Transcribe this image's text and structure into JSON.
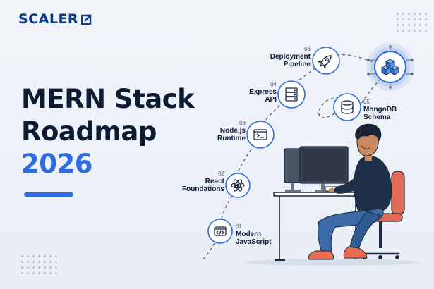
{
  "brand": {
    "name": "SCALER"
  },
  "hero": {
    "line1": "MERN Stack",
    "line2": "Roadmap",
    "year": "2026"
  },
  "steps": [
    {
      "num": "01",
      "title": "Modern JavaScript",
      "icon": "code-window-icon"
    },
    {
      "num": "02",
      "title": "React Foundations",
      "icon": "react-atom-icon"
    },
    {
      "num": "03",
      "title": "Node.js Runtime",
      "icon": "terminal-icon"
    },
    {
      "num": "04",
      "title": "Express API",
      "icon": "server-icon"
    },
    {
      "num": "05",
      "title": "MongoDB Schema",
      "icon": "database-icon"
    },
    {
      "num": "06",
      "title": "Deployment Pipeline",
      "icon": "rocket-icon"
    }
  ],
  "goal": {
    "icon": "cubes-icon"
  },
  "colors": {
    "accent": "#2f6ddf",
    "brand": "#0b3b86",
    "dark": "#0d1b33",
    "chair": "#e06a55"
  }
}
